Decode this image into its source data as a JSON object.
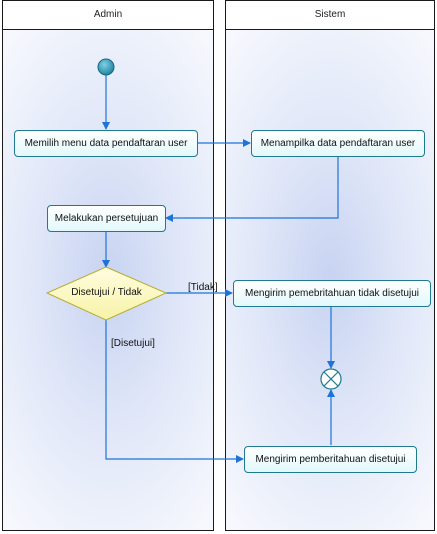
{
  "lanes": {
    "admin": "Admin",
    "sistem": "Sistem"
  },
  "actions": {
    "pilih_menu": "Memilih menu data pendaftaran user",
    "tampilkan": "Menampilka data pendaftaran user",
    "persetujuan": "Melakukan persetujuan",
    "kirim_tidak": "Mengirim pemebritahuan tidak disetujui",
    "kirim_setuju": "Mengirim pemberitahuan disetujui"
  },
  "decision": {
    "label": "Disetujui / Tidak"
  },
  "guards": {
    "tidak": "[Tidak]",
    "disetujui": "[Disetujui]"
  },
  "colors": {
    "edge": "#1e73d8",
    "node_border": "#1f7a8c",
    "decision_fill": "#fdfbc7",
    "decision_border": "#b6ad30"
  }
}
